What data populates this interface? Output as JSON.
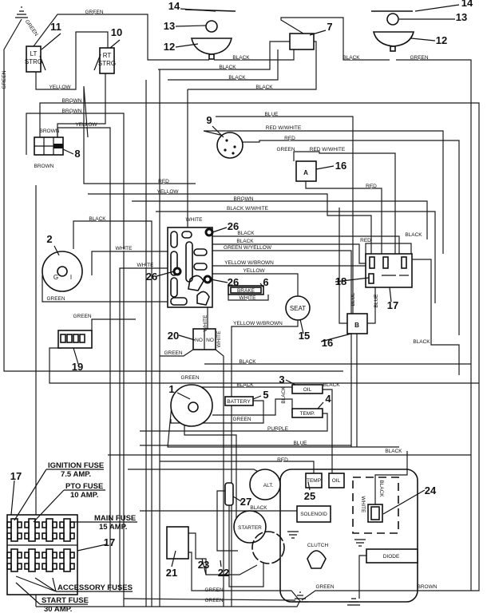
{
  "callouts": [
    "14",
    "14",
    "13",
    "13",
    "12",
    "12",
    "11",
    "10",
    "7",
    "9",
    "16",
    "16",
    "8",
    "2",
    "26",
    "26",
    "26",
    "6",
    "18",
    "17",
    "15",
    "20",
    "19",
    "1",
    "3",
    "5",
    "4",
    "25",
    "27",
    "24",
    "21",
    "22",
    "23",
    "17",
    "17"
  ],
  "wire_labels": [
    "GREEN",
    "GREEN",
    "GREEN",
    "YELLOW",
    "BROWN",
    "BROWN",
    "YELLOW",
    "BROWN",
    "BROWN",
    "BLACK",
    "BLACK",
    "GREEN",
    "BLACK",
    "BLACK",
    "BLACK",
    "BLUE",
    "RED W/WHITE",
    "RED",
    "GREEN",
    "RED W/WHITE",
    "RED",
    "RED",
    "YELLOW",
    "BROWN",
    "BLACK W/WHITE",
    "BLACK",
    "WHITE",
    "BLACK",
    "BLACK",
    "GREEN W/YELLOW",
    "WHITE",
    "WHITE",
    "YELLOW W/BROWN",
    "YELLOW",
    "WHITE",
    "YELLOW W/BROWN",
    "GREEN",
    "GREEN",
    "RED",
    "BLACK",
    "BLUE",
    "BLUE",
    "BLACK",
    "GREEN",
    "WHITE",
    "WHITE",
    "BLACK",
    "GREEN",
    "BLACK",
    "BLACK",
    "BLACK",
    "GREEN",
    "PURPLE",
    "BLUE",
    "BLACK",
    "RED",
    "BLACK",
    "BLACK",
    "WHITE",
    "GREEN",
    "GREEN",
    "GREEN",
    "BROWN"
  ],
  "components": {
    "lt_steering": [
      "LT",
      "STRG"
    ],
    "rt_steering": [
      "RT",
      "STRG"
    ],
    "seat": "SEAT",
    "brake": "BRAKE",
    "battery_switch": "BATTERY",
    "oil_light": "OIL",
    "temp_light": "TEMP.",
    "alternator": "ALT.",
    "solenoid": "SOLENOID",
    "starter": "STARTER",
    "clutch": "CLUTCH",
    "engine_temp": "TEMP",
    "engine_oil": "OIL",
    "diode": "DIODE",
    "switch_20": [
      "NO",
      "NO"
    ],
    "relay_a": "A",
    "relay_b": "B",
    "pto_switch_pins": [
      "G",
      "I"
    ]
  },
  "fuse_legend": {
    "ignition": [
      "IGNITION FUSE",
      "7.5 AMP."
    ],
    "pto": [
      "PTO FUSE",
      "10 AMP."
    ],
    "main": [
      "MAIN FUSE",
      "15 AMP."
    ],
    "accessory": "ACCESSORY FUSES",
    "start": [
      "START FUSE",
      "30 AMP."
    ]
  }
}
